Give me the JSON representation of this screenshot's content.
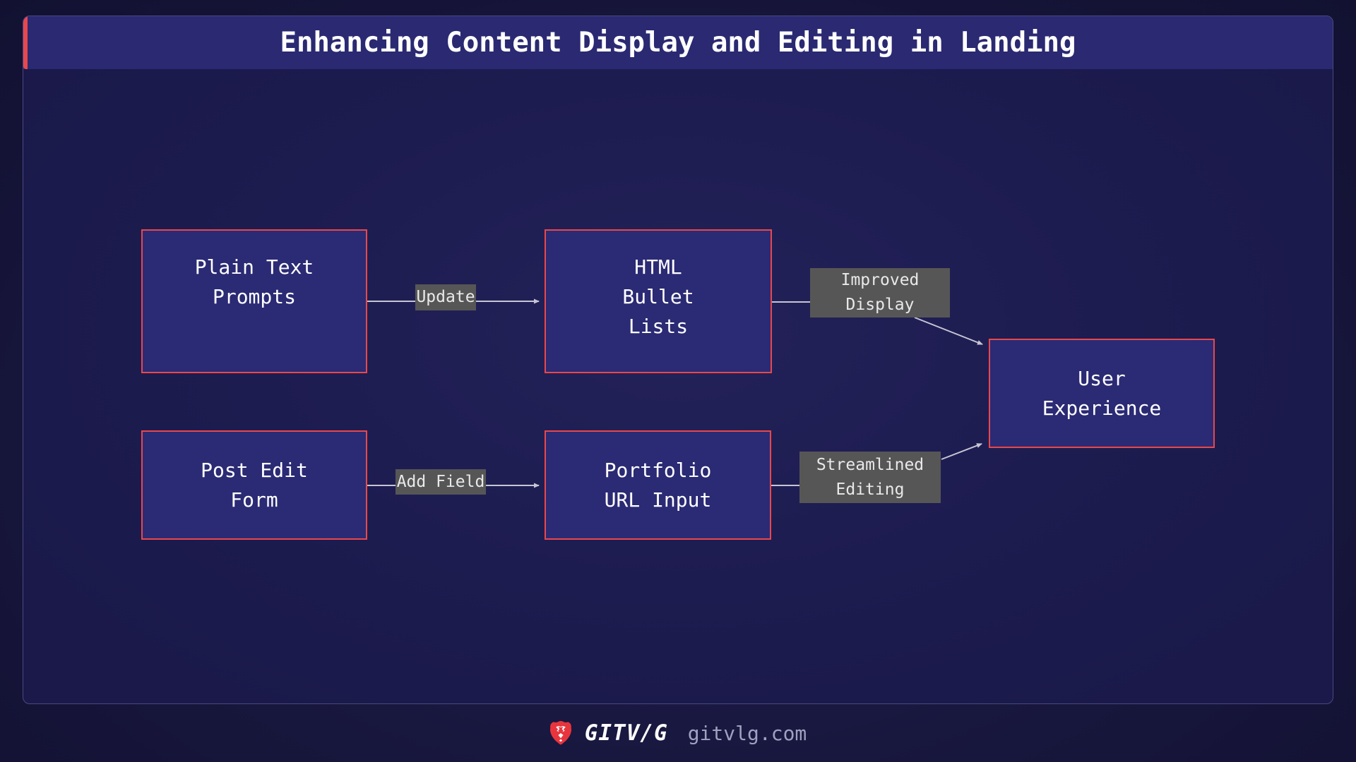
{
  "title": {
    "text": "Enhancing Content Display and Editing in Landing"
  },
  "diagram": {
    "nodes": {
      "plain_text_prompts": "Plain Text\nPrompts",
      "html_bullet_lists": "HTML\nBullet\nLists",
      "post_edit_form": "Post Edit\nForm",
      "portfolio_url_input": "Portfolio\nURL Input",
      "user_experience": "User\nExperience"
    },
    "edge_labels": {
      "update": "Update",
      "improved_display": "Improved\nDisplay",
      "add_field": "Add Field",
      "streamlined_editing": "Streamlined\nEditing"
    }
  },
  "footer": {
    "brand": "GITV/G",
    "domain": "gitvlg.com",
    "logo_icon": "lion-icon"
  },
  "colors": {
    "accent_red": "#e8484c",
    "titlebar_fill": "#2a2972",
    "node_fill": "#2b2a74",
    "node_border": "#e8484c",
    "edge_label_bg": "#565656",
    "edge_label_text": "#e9e9e9",
    "connector": "#c6c6d4",
    "panel_fill": "#1d1c50",
    "page_bg": "#141233",
    "domain_text": "#a0a0c0"
  }
}
